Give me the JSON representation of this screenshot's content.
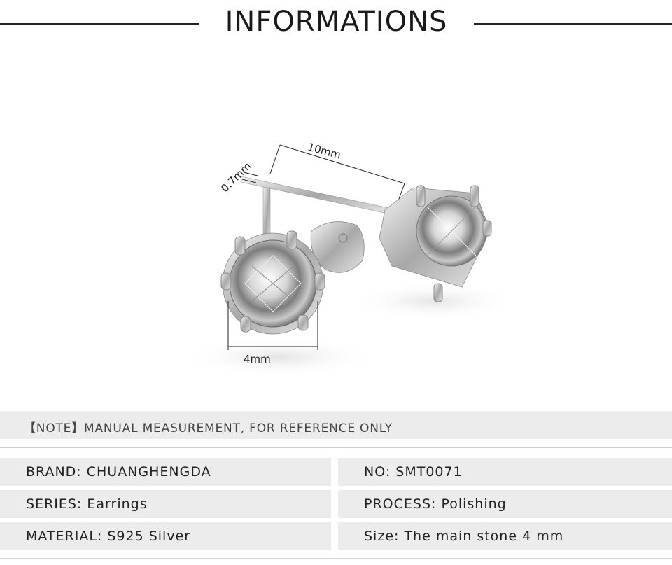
{
  "header": {
    "title": "INFORMATIONS"
  },
  "product_image": {
    "dim_pin_length": "10mm",
    "dim_pin_thickness": "0.7mm",
    "dim_stone_width": "4mm"
  },
  "note": "【NOTE】MANUAL MEASUREMENT, FOR REFERENCE ONLY",
  "specs": {
    "brand": "BRAND: CHUANGHENGDA",
    "no": "NO: SMT0071",
    "series": "SERIES: Earrings",
    "process": "PROCESS: Polishing",
    "material": "MATERIAL: S925 Silver",
    "size": "Size: The main stone 4 mm"
  }
}
